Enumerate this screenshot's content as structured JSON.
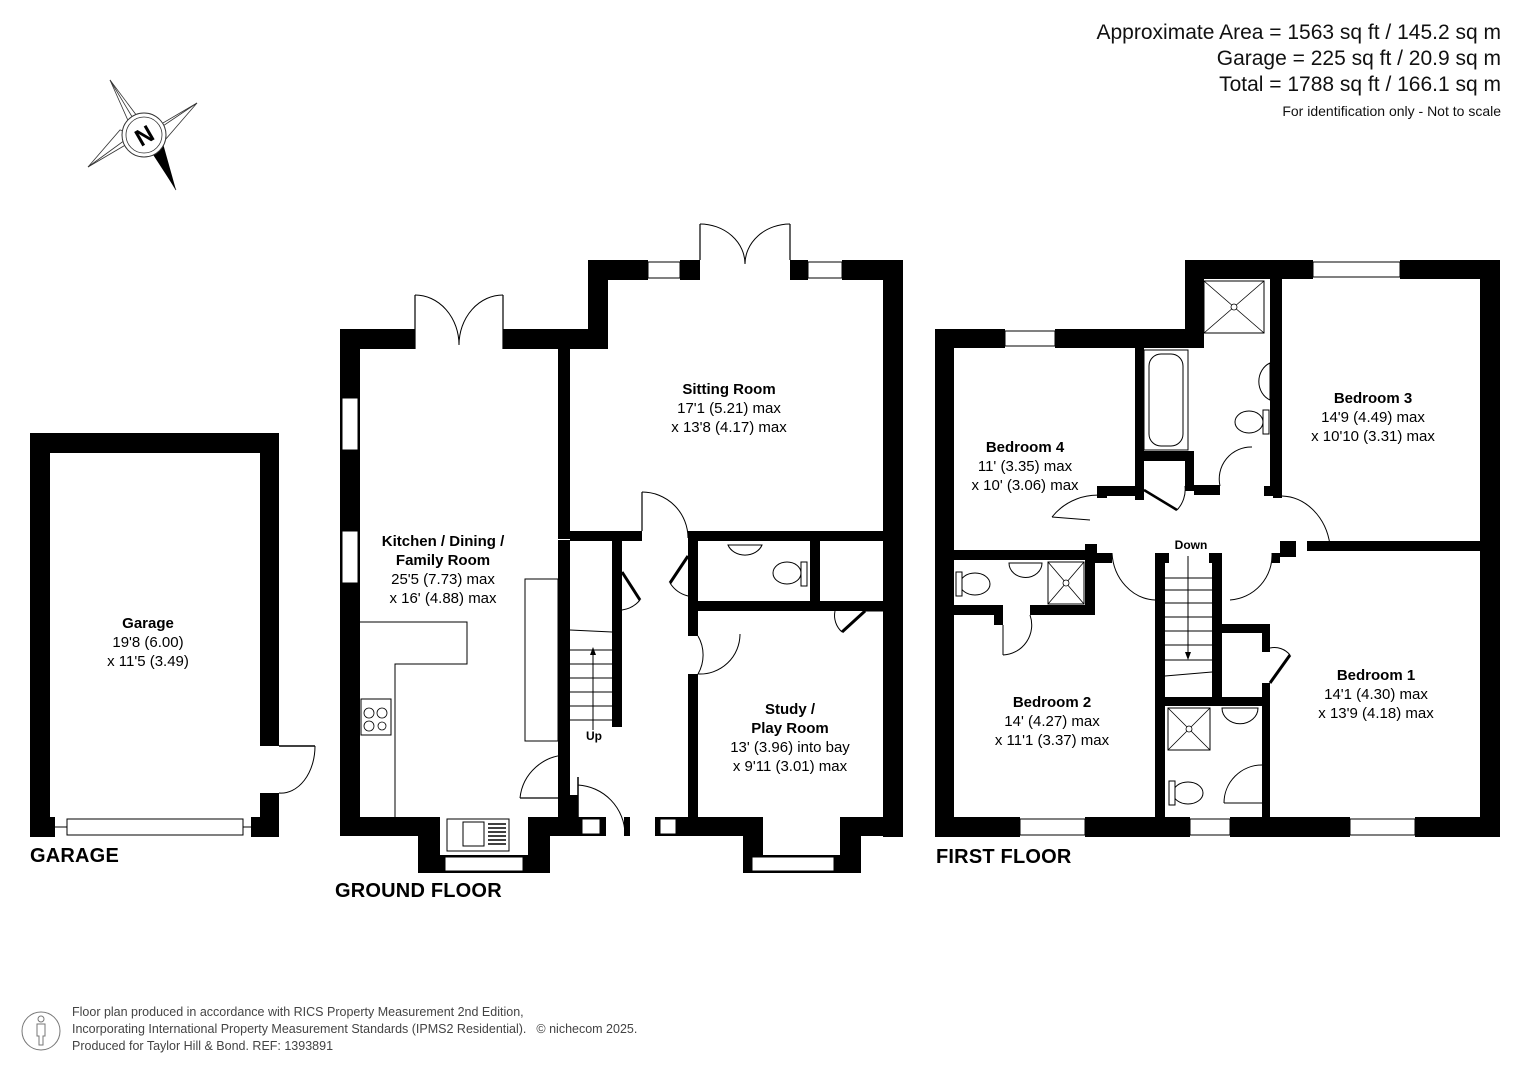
{
  "header": {
    "approximate_area": "Approximate Area = 1563 sq ft / 145.2 sq m",
    "garage_area": "Garage = 225 sq ft / 20.9 sq m",
    "total_area": "Total = 1788 sq ft / 166.1 sq m",
    "disclaimer": "For identification only - Not to scale"
  },
  "compass": {
    "icon": "compass-north-icon",
    "letter": "N"
  },
  "floors": {
    "garage": {
      "label": "GARAGE",
      "rooms": [
        {
          "name": "Garage",
          "dim1": "19'8 (6.00)",
          "dim2": "x 11'5 (3.49)"
        }
      ]
    },
    "ground": {
      "label": "GROUND FLOOR",
      "stairs": "Up",
      "rooms": [
        {
          "name": "Kitchen / Dining /",
          "name2": "Family Room",
          "dim1": "25'5 (7.73) max",
          "dim2": "x 16' (4.88) max"
        },
        {
          "name": "Sitting Room",
          "dim1": "17'1 (5.21) max",
          "dim2": "x 13'8 (4.17) max"
        },
        {
          "name": "Study /",
          "name2": "Play Room",
          "dim1": "13' (3.96) into bay",
          "dim2": "x 9'11 (3.01) max"
        }
      ]
    },
    "first": {
      "label": "FIRST FLOOR",
      "stairs": "Down",
      "rooms": [
        {
          "name": "Bedroom 4",
          "dim1": "11' (3.35) max",
          "dim2": "x 10' (3.06) max"
        },
        {
          "name": "Bedroom 3",
          "dim1": "14'9 (4.49) max",
          "dim2": "x 10'10 (3.31) max"
        },
        {
          "name": "Bedroom 2",
          "dim1": "14' (4.27) max",
          "dim2": "x 11'1 (3.37) max"
        },
        {
          "name": "Bedroom 1",
          "dim1": "14'1 (4.30) max",
          "dim2": "x 13'9 (4.18) max"
        }
      ]
    }
  },
  "footer": {
    "icon": "person-scale-icon",
    "line1": "Floor plan produced in accordance with RICS Property Measurement 2nd Edition,",
    "line2": "Incorporating International Property Measurement Standards (IPMS2 Residential).",
    "copyright": "© nichecom 2025.",
    "line3": "Produced for Taylor Hill & Bond.   REF: 1393891"
  },
  "colors": {
    "wall": "#000000",
    "background": "#ffffff",
    "fixture": "#555555"
  }
}
